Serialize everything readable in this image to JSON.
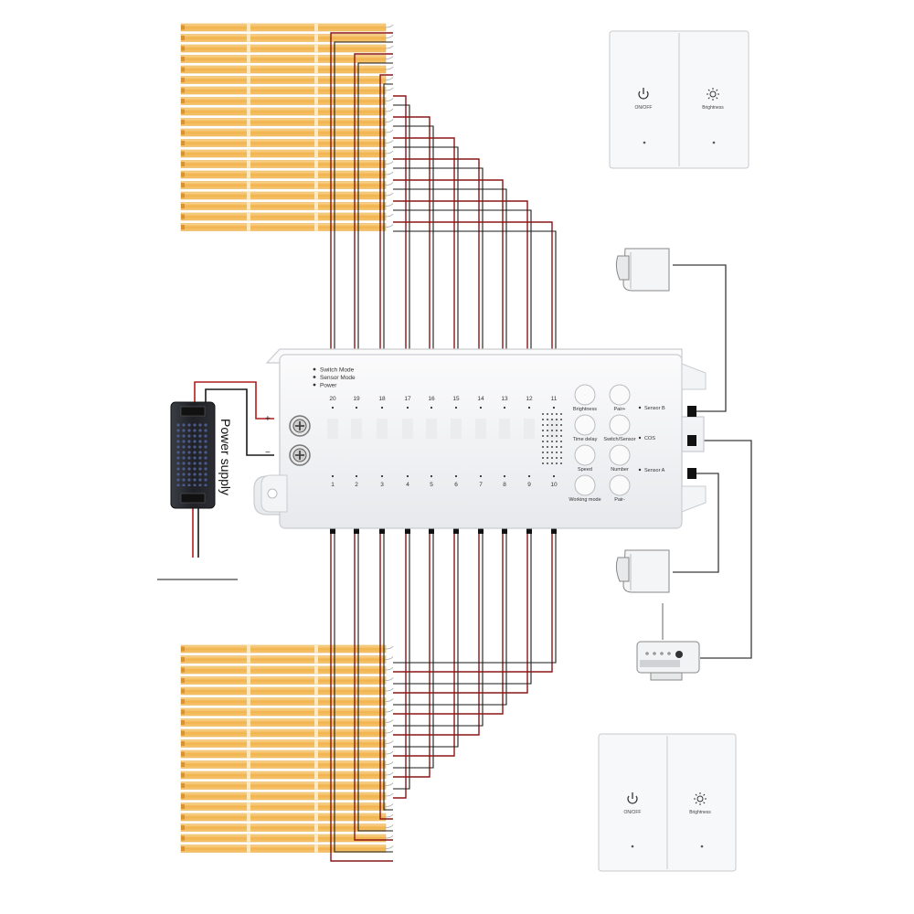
{
  "controller": {
    "mode_indicators": [
      "Switch Mode",
      "Sensor Mode",
      "Power"
    ],
    "top_channels": [
      "20",
      "19",
      "18",
      "17",
      "16",
      "15",
      "14",
      "13",
      "12",
      "11"
    ],
    "bottom_channels": [
      "1",
      "2",
      "3",
      "4",
      "5",
      "6",
      "7",
      "8",
      "9",
      "10"
    ],
    "button_grid": [
      [
        "Brightness",
        "Pair+"
      ],
      [
        "Time delay",
        "Switch/Sensor"
      ],
      [
        "Speed",
        "Number"
      ],
      [
        "Working mode",
        "Pair-"
      ]
    ],
    "port_labels": [
      "Sensor B",
      "COS",
      "Sensor A"
    ],
    "terminal_plus": "+",
    "terminal_minus": "−"
  },
  "power_supply": {
    "label": "Power supply"
  },
  "wall_switch_top": {
    "left_label": "ON/OFF",
    "right_label": "Brightness"
  },
  "wall_switch_bottom": {
    "left_label": "ON/OFF",
    "right_label": "Brightness"
  },
  "colors": {
    "wire_red": "#8b1515",
    "wire_black": "#1a1a1a",
    "led_amber": "#f1b24c",
    "led_light": "#f8d48e",
    "device_body": "#f4f5f6",
    "device_edge": "#c9ccd0"
  },
  "icons": [
    "power-icon",
    "sun-icon",
    "pir-sensor-icon",
    "receiver-module-icon",
    "screw-terminal-icon"
  ]
}
